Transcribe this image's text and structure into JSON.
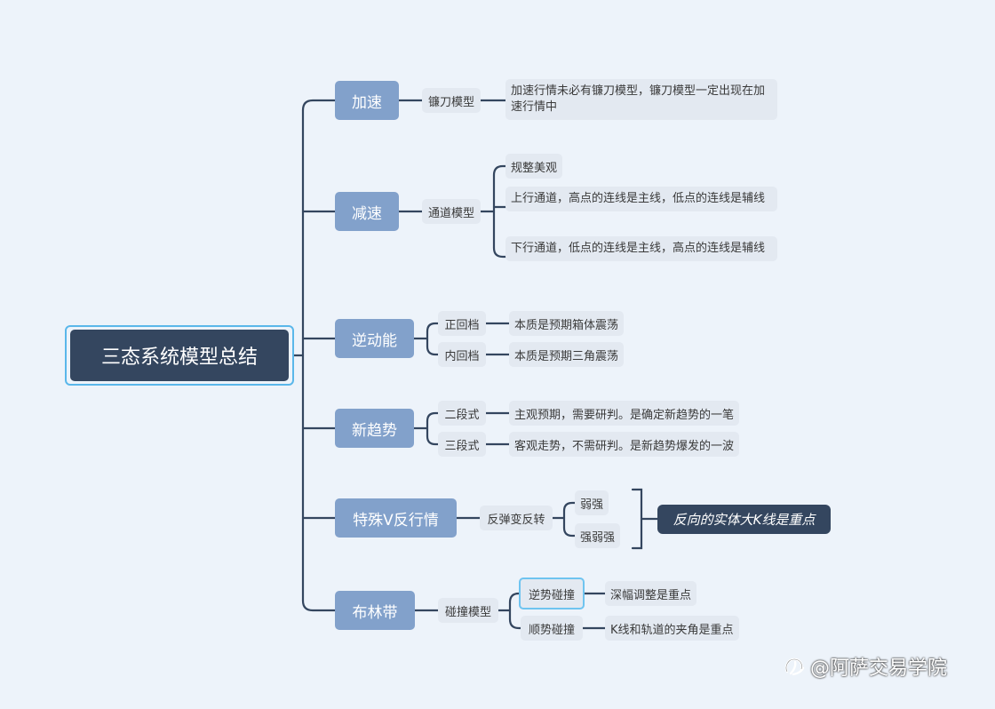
{
  "root": {
    "label": "三态系统模型总结"
  },
  "branches": [
    {
      "label": "加速",
      "sub": "镰刀模型",
      "leaf": "加速行情未必有镰刀模型，镰刀模型一定出现在加速行情中"
    },
    {
      "label": "减速",
      "sub": "通道模型",
      "leaves": [
        "规整美观",
        "上行通道，高点的连线是主线，低点的连线是辅线",
        "下行通道，低点的连线是主线，高点的连线是辅线"
      ]
    },
    {
      "label": "逆动能",
      "subs": [
        {
          "label": "正回档",
          "leaf": "本质是预期箱体震荡"
        },
        {
          "label": "内回档",
          "leaf": "本质是预期三角震荡"
        }
      ]
    },
    {
      "label": "新趋势",
      "subs": [
        {
          "label": "二段式",
          "leaf": "主观预期，需要研判。是确定新趋势的一笔"
        },
        {
          "label": "三段式",
          "leaf": "客观走势，不需研判。是新趋势爆发的一波"
        }
      ]
    },
    {
      "label": "特殊V反行情",
      "sub": "反弹变反转",
      "leaves": [
        "弱强",
        "强弱强"
      ],
      "summary": "反向的实体大K线是重点"
    },
    {
      "label": "布林带",
      "sub": "碰撞模型",
      "subs": [
        {
          "label": "逆势碰撞",
          "leaf": "深幅调整是重点"
        },
        {
          "label": "顺势碰撞",
          "leaf": "K线和轨道的夹角是重点"
        }
      ]
    }
  ],
  "watermark": {
    "text": "@阿萨交易学院",
    "icon": "zhihu-like-logo-icon"
  },
  "colors": {
    "background": "#edf3fa",
    "root": "#34465f",
    "main": "#82a1cb",
    "sub": "#e3e9f1",
    "line": "#34465f",
    "highlight": "#6fc4f0"
  }
}
